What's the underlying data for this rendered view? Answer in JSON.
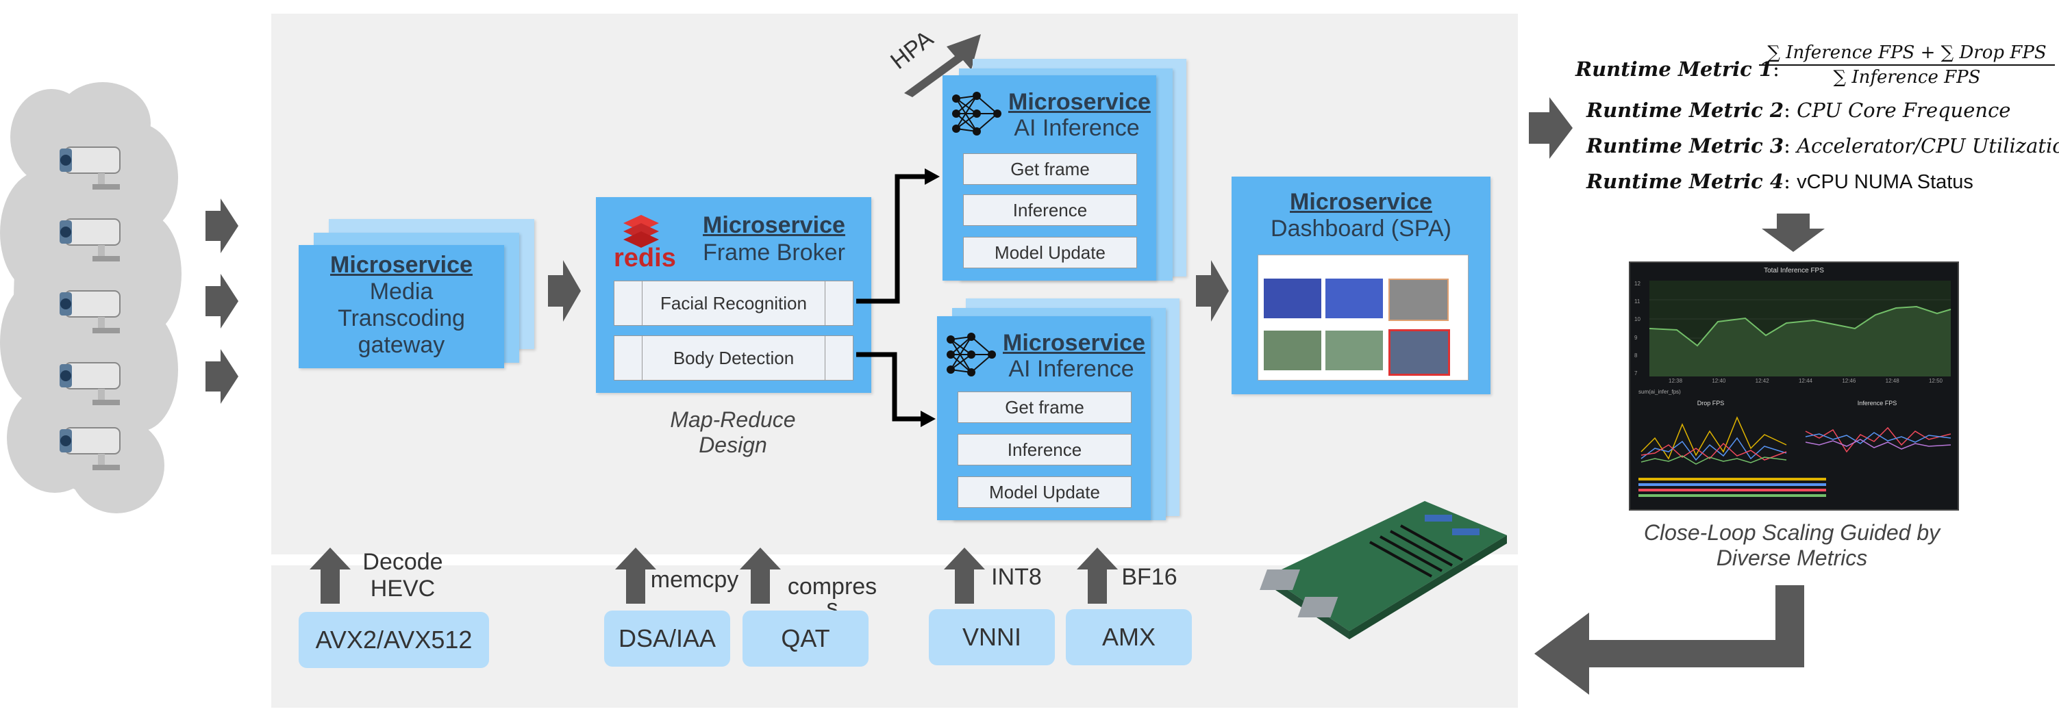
{
  "media_gateway": {
    "title": "Microservice",
    "line1": "Media",
    "line2": "Transcoding",
    "line3": "gateway"
  },
  "frame_broker": {
    "title": "Microservice",
    "subtitle": "Frame Broker",
    "logo_text": "redis",
    "tasks": [
      "Facial Recognition",
      "Body Detection"
    ]
  },
  "ai_inference_top": {
    "title": "Microservice",
    "subtitle": "AI Inference",
    "steps": [
      "Get frame",
      "Inference",
      "Model Update"
    ]
  },
  "ai_inference_bottom": {
    "title": "Microservice",
    "subtitle": "AI Inference",
    "steps": [
      "Get frame",
      "Inference",
      "Model Update"
    ]
  },
  "dashboard": {
    "title": "Microservice",
    "subtitle": "Dashboard (SPA)"
  },
  "hpa_label": "HPA",
  "map_reduce_caption": {
    "line1": "Map-Reduce",
    "line2": "Design"
  },
  "hardware": {
    "avx": {
      "box": "AVX2/AVX512",
      "label1": "Decode",
      "label2": "HEVC"
    },
    "dsa": {
      "box": "DSA/IAA",
      "label": "memcpy"
    },
    "qat": {
      "box": "QAT",
      "label1": "compres",
      "label2": "s"
    },
    "vnni": {
      "box": "VNNI",
      "label": "INT8"
    },
    "amx": {
      "box": "AMX",
      "label": "BF16"
    }
  },
  "metrics": [
    {
      "name": "Runtime Metric 1",
      "value": ""
    },
    {
      "name": "Runtime Metric 2",
      "value": "CPU Core Frequence"
    },
    {
      "name": "Runtime Metric 3",
      "value": "Accelerator/CPU Utilization"
    },
    {
      "name": "Runtime Metric 4",
      "value": "vCPU NUMA Status"
    }
  ],
  "metric1_formula": {
    "numerator": "∑ Inference FPS + ∑ Drop FPS",
    "denominator": "∑ Inference FPS"
  },
  "grafana": {
    "top_title": "Total Inference FPS",
    "top_legend": "sum(ai_infer_fps)",
    "left_title": "Drop FPS",
    "right_title": "Inference FPS",
    "y_ticks": [
      "12",
      "11",
      "10",
      "9",
      "8",
      "7"
    ],
    "x_ticks": [
      "12:38",
      "12:40",
      "12:42",
      "12:44",
      "12:46",
      "12:48",
      "12:50"
    ]
  },
  "close_loop_caption": {
    "line1": "Close-Loop Scaling Guided by",
    "line2": "Diverse Metrics"
  },
  "colors": {
    "card": "#5cb4f2",
    "arrow": "#595959",
    "hw_box": "#b5ddfa",
    "panel": "#f0f0f0"
  }
}
